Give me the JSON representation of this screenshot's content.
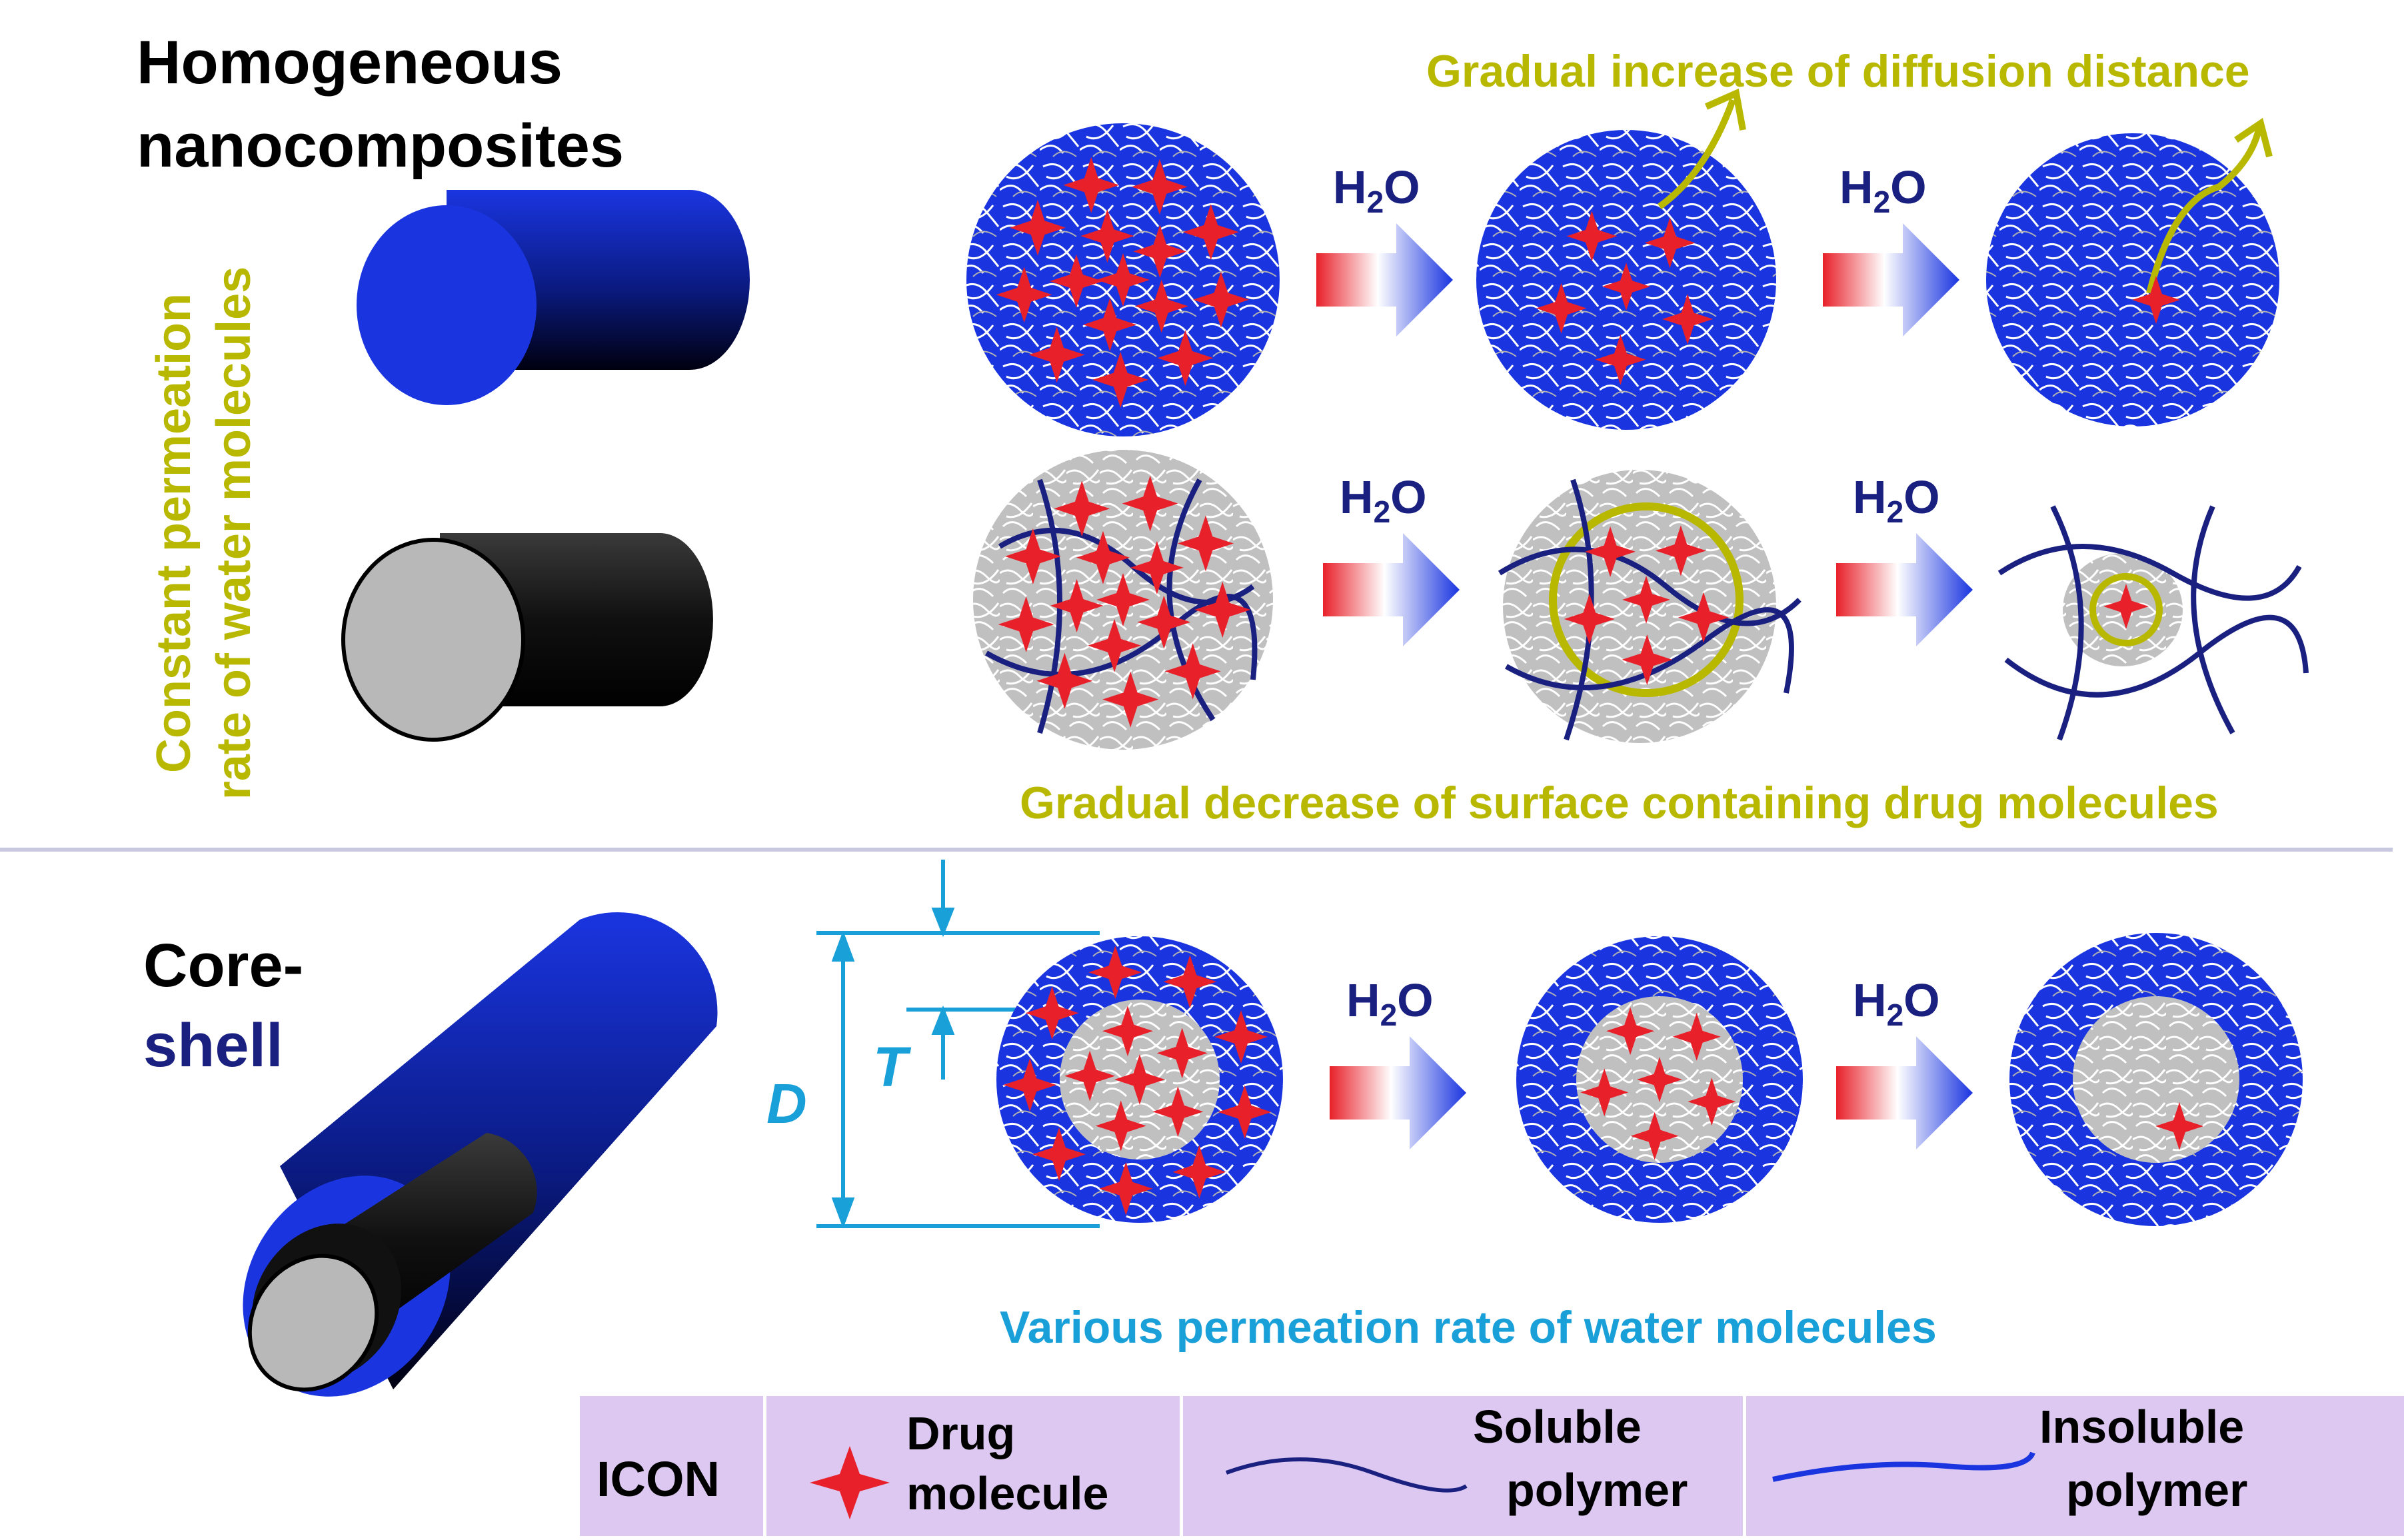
{
  "headings": {
    "homogeneous_line1": "Homogeneous",
    "homogeneous_line2": "nanocomposites",
    "core_line1": "Core-",
    "core_line2": "shell"
  },
  "side_label": {
    "line1": "Constant permeation",
    "line2": "rate of water molecules"
  },
  "captions": {
    "diffusion": "Gradual increase of diffusion distance",
    "surface": "Gradual decrease of surface containing drug molecules",
    "permeation": "Various permeation rate of water molecules"
  },
  "arrow_label": {
    "base": "H",
    "sub": "2",
    "tail": "O"
  },
  "dimensions": {
    "D": "D",
    "T": "T"
  },
  "legend": {
    "icon": "ICON",
    "drug_line1": "Drug",
    "drug_line2": "molecule",
    "soluble_line1": "Soluble",
    "soluble_line2": "polymer",
    "insoluble_line1": "Insoluble",
    "insoluble_line2": "polymer"
  },
  "colors": {
    "blue": "#1a35e0",
    "navy": "#1a2080",
    "drug_red": "#e8202a",
    "olive": "#b8b800",
    "cyan": "#1aa0d8",
    "grey": "#b8b8b8",
    "legend_bg": "#dcc8f0"
  }
}
